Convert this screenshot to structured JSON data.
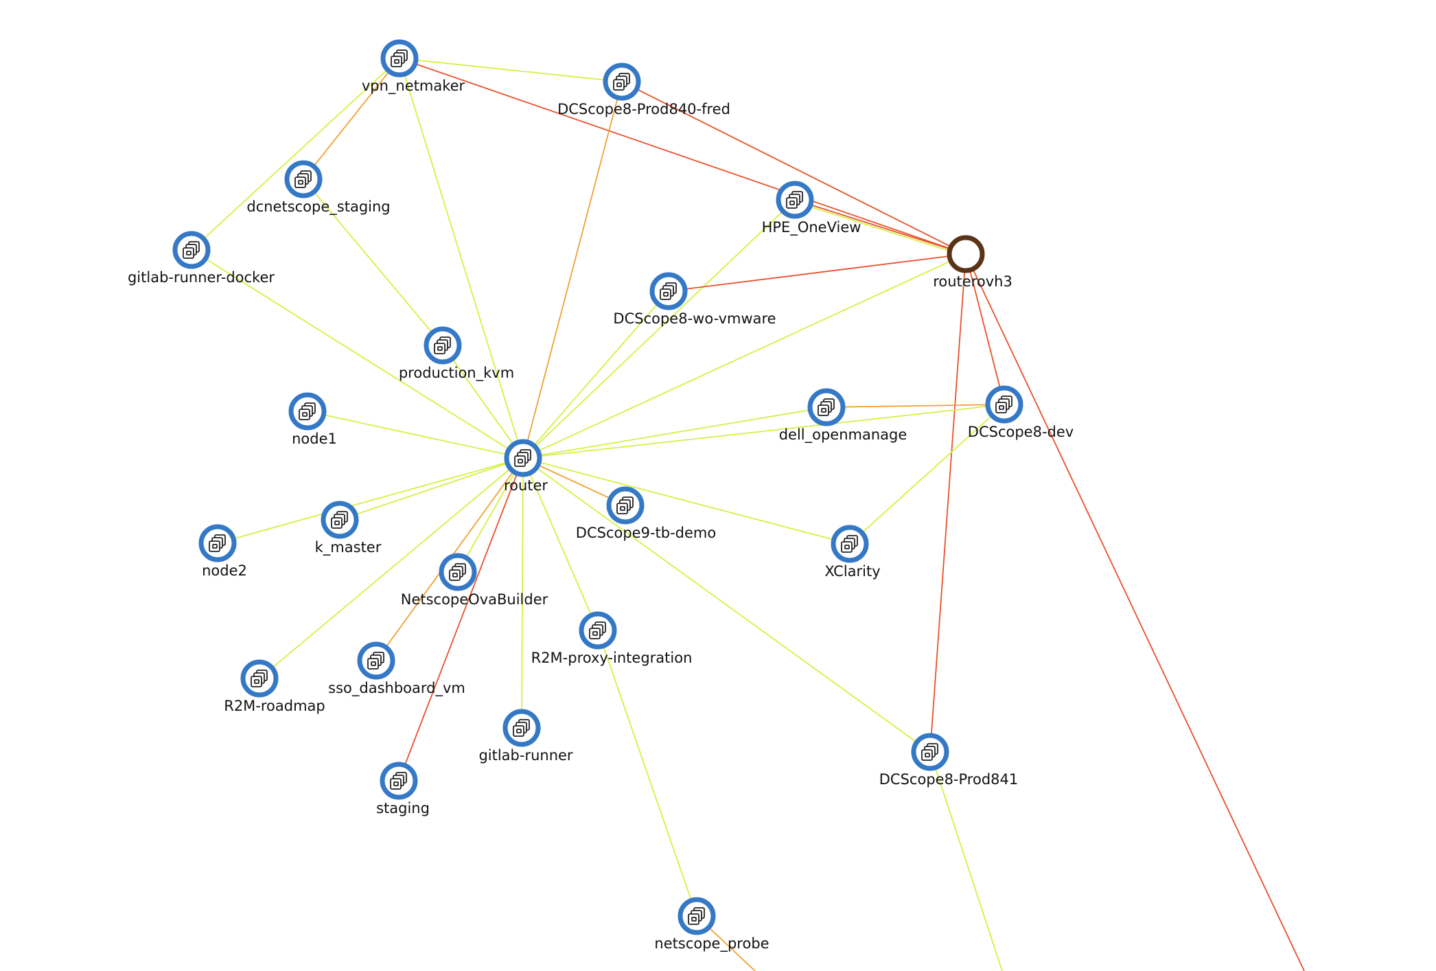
{
  "diagram": {
    "type": "network-topology",
    "colors": {
      "background": "#ffffff",
      "node_ring": "#3478c6",
      "node_fill": "#ffffff",
      "router_ring": "#5a3418",
      "icon_stroke": "#222222",
      "label_text": "#111111",
      "link_yellow": "#d6f040",
      "link_orange": "#f0a030",
      "link_red": "#e8502a"
    },
    "nodes": [
      {
        "id": "vpn_netmaker",
        "label": "vpn_netmaker",
        "kind": "vm",
        "icon": "vm-copy-icon"
      },
      {
        "id": "dcscope8_prod840_fred",
        "label": "DCScope8-Prod840-fred",
        "kind": "vm",
        "icon": "vm-copy-icon"
      },
      {
        "id": "dcnetscope_staging",
        "label": "dcnetscope_staging",
        "kind": "vm",
        "icon": "vm-copy-icon"
      },
      {
        "id": "hpe_oneview",
        "label": "HPE_OneView",
        "kind": "vm",
        "icon": "vm-copy-icon"
      },
      {
        "id": "gitlab_runner_docker",
        "label": "gitlab-runner-docker",
        "kind": "vm",
        "icon": "vm-copy-icon"
      },
      {
        "id": "routerovh3",
        "label": "routerovh3",
        "kind": "router",
        "icon": "ring-icon"
      },
      {
        "id": "dcscope8_wo_vmware",
        "label": "DCScope8-wo-vmware",
        "kind": "vm",
        "icon": "vm-copy-icon"
      },
      {
        "id": "production_kvm",
        "label": "production_kvm",
        "kind": "vm",
        "icon": "vm-copy-icon"
      },
      {
        "id": "node1",
        "label": "node1",
        "kind": "vm",
        "icon": "vm-copy-icon"
      },
      {
        "id": "dell_openmanage",
        "label": "dell_openmanage",
        "kind": "vm",
        "icon": "vm-copy-icon"
      },
      {
        "id": "dcscope8_dev",
        "label": "DCScope8-dev",
        "kind": "vm",
        "icon": "vm-copy-icon"
      },
      {
        "id": "router",
        "label": "router",
        "kind": "vm",
        "icon": "vm-copy-icon"
      },
      {
        "id": "dcscope9_tb_demo",
        "label": "DCScope9-tb-demo",
        "kind": "vm",
        "icon": "vm-copy-icon"
      },
      {
        "id": "node2",
        "label": "node2",
        "kind": "vm",
        "icon": "vm-copy-icon"
      },
      {
        "id": "k_master",
        "label": "k_master",
        "kind": "vm",
        "icon": "vm-copy-icon"
      },
      {
        "id": "xclarity",
        "label": "XClarity",
        "kind": "vm",
        "icon": "vm-copy-icon"
      },
      {
        "id": "netscope_ova_builder",
        "label": "NetscopeOvaBuilder",
        "kind": "vm",
        "icon": "vm-copy-icon"
      },
      {
        "id": "r2m_proxy_integration",
        "label": "R2M-proxy-integration",
        "kind": "vm",
        "icon": "vm-copy-icon"
      },
      {
        "id": "r2m_roadmap",
        "label": "R2M-roadmap",
        "kind": "vm",
        "icon": "vm-copy-icon"
      },
      {
        "id": "sso_dashboard_vm",
        "label": "sso_dashboard_vm",
        "kind": "vm",
        "icon": "vm-copy-icon"
      },
      {
        "id": "gitlab_runner",
        "label": "gitlab-runner",
        "kind": "vm",
        "icon": "vm-copy-icon"
      },
      {
        "id": "dcscope8_prod841",
        "label": "DCScope8-Prod841",
        "kind": "vm",
        "icon": "vm-copy-icon"
      },
      {
        "id": "staging",
        "label": "staging",
        "kind": "vm",
        "icon": "vm-copy-icon"
      },
      {
        "id": "netscope_probe",
        "label": "netscope_probe",
        "kind": "vm",
        "icon": "vm-copy-icon"
      }
    ],
    "edges": [
      {
        "source": "vpn_netmaker",
        "target": "dcscope8_prod840_fred",
        "color": "yellow"
      },
      {
        "source": "vpn_netmaker",
        "target": "routerovh3",
        "color": "red"
      },
      {
        "source": "vpn_netmaker",
        "target": "dcnetscope_staging",
        "color": "orange"
      },
      {
        "source": "vpn_netmaker",
        "target": "gitlab_runner_docker",
        "color": "yellow"
      },
      {
        "source": "vpn_netmaker",
        "target": "router",
        "color": "yellow"
      },
      {
        "source": "dcscope8_prod840_fred",
        "target": "routerovh3",
        "color": "red"
      },
      {
        "source": "dcscope8_prod840_fred",
        "target": "router",
        "color": "orange"
      },
      {
        "source": "dcnetscope_staging",
        "target": "production_kvm",
        "color": "yellow"
      },
      {
        "source": "gitlab_runner_docker",
        "target": "router",
        "color": "yellow"
      },
      {
        "source": "hpe_oneview",
        "target": "routerovh3",
        "color": "red"
      },
      {
        "source": "hpe_oneview",
        "target": "routerovh3",
        "color": "yellow"
      },
      {
        "source": "hpe_oneview",
        "target": "router",
        "color": "yellow"
      },
      {
        "source": "dcscope8_wo_vmware",
        "target": "routerovh3",
        "color": "red"
      },
      {
        "source": "dcscope8_wo_vmware",
        "target": "router",
        "color": "yellow"
      },
      {
        "source": "routerovh3",
        "target": "router",
        "color": "yellow"
      },
      {
        "source": "routerovh3",
        "target": "dcscope8_dev",
        "color": "red"
      },
      {
        "source": "routerovh3",
        "target": "dcscope8_prod841",
        "color": "red"
      },
      {
        "source": "routerovh3",
        "target": "offscreen_bottom_right",
        "color": "red"
      },
      {
        "source": "production_kvm",
        "target": "router",
        "color": "yellow"
      },
      {
        "source": "node1",
        "target": "router",
        "color": "yellow"
      },
      {
        "source": "dell_openmanage",
        "target": "router",
        "color": "yellow"
      },
      {
        "source": "dell_openmanage",
        "target": "dcscope8_dev",
        "color": "orange"
      },
      {
        "source": "dcscope8_dev",
        "target": "router",
        "color": "yellow"
      },
      {
        "source": "dcscope8_dev",
        "target": "xclarity",
        "color": "yellow"
      },
      {
        "source": "router",
        "target": "dcscope9_tb_demo",
        "color": "orange"
      },
      {
        "source": "router",
        "target": "xclarity",
        "color": "yellow"
      },
      {
        "source": "router",
        "target": "k_master",
        "color": "yellow"
      },
      {
        "source": "router",
        "target": "node2",
        "color": "yellow"
      },
      {
        "source": "router",
        "target": "netscope_ova_builder",
        "color": "yellow"
      },
      {
        "source": "router",
        "target": "r2m_roadmap",
        "color": "yellow"
      },
      {
        "source": "router",
        "target": "sso_dashboard_vm",
        "color": "orange"
      },
      {
        "source": "router",
        "target": "staging",
        "color": "red"
      },
      {
        "source": "router",
        "target": "gitlab_runner",
        "color": "yellow"
      },
      {
        "source": "router",
        "target": "r2m_proxy_integration",
        "color": "yellow"
      },
      {
        "source": "router",
        "target": "dcscope8_prod841",
        "color": "yellow"
      },
      {
        "source": "r2m_proxy_integration",
        "target": "netscope_probe",
        "color": "yellow"
      },
      {
        "source": "dcscope8_prod841",
        "target": "offscreen_bottom",
        "color": "yellow"
      },
      {
        "source": "netscope_probe",
        "target": "offscreen_bottom_mid",
        "color": "orange"
      }
    ]
  }
}
